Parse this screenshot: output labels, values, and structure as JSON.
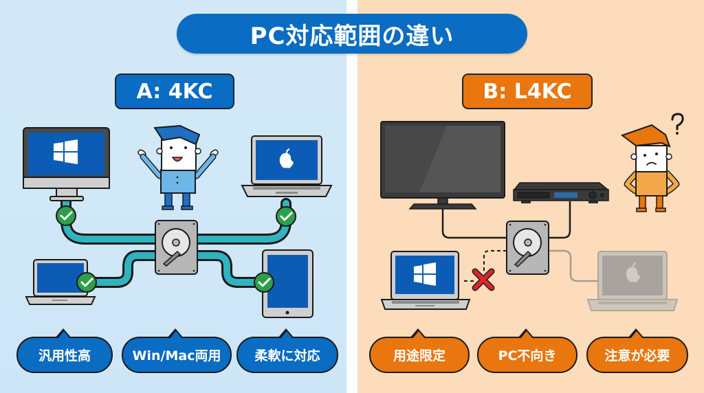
{
  "title": "PC対応範囲の違い",
  "panels": {
    "a": {
      "label": "A: 4KC",
      "color": "#0a6cc2",
      "background": "#d3e9f7",
      "devices": [
        "windows-desktop",
        "mac-laptop",
        "laptop",
        "tablet"
      ],
      "connection_status": "all-compatible",
      "bubbles": [
        {
          "label": "汎用性高"
        },
        {
          "label": "Win/Mac両用"
        },
        {
          "label": "柔軟に対応"
        }
      ]
    },
    "b": {
      "label": "B: L4KC",
      "color": "#e9760f",
      "background": "#fcdcba",
      "devices": [
        "tv",
        "recorder",
        "windows-laptop",
        "mac-laptop-disabled"
      ],
      "connection_status": "pc-not-supported",
      "bubbles": [
        {
          "label": "用途限定"
        },
        {
          "label": "PC不向き"
        },
        {
          "label": "注意が必要"
        }
      ]
    }
  },
  "colors": {
    "cable_teal": "#2fb3bf",
    "check_green": "#2e9e4a",
    "cross_red": "#d9252b",
    "screen_blue": "#0c5cb5"
  }
}
